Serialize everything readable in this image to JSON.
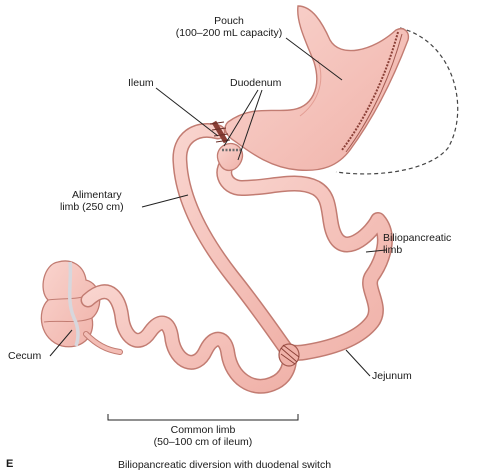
{
  "labels": {
    "pouch": [
      "Pouch",
      "(100–200 mL capacity)"
    ],
    "ileum": "Ileum",
    "duodenum": "Duodenum",
    "alimentary_limb": [
      "Alimentary",
      "limb (250 cm)"
    ],
    "biliopancreatic_limb": [
      "Biliopancreatic",
      "limb"
    ],
    "cecum": "Cecum",
    "jejunum": "Jejunum",
    "common_limb": [
      "Common limb",
      "(50–100 cm of ileum)"
    ]
  },
  "panel_letter": "E",
  "caption": "Biliopancreatic diversion with duodenal switch",
  "colors": {
    "tissue_fill": "#f6c6bf",
    "tissue_stroke": "#c27c72",
    "leader": "#222222"
  }
}
